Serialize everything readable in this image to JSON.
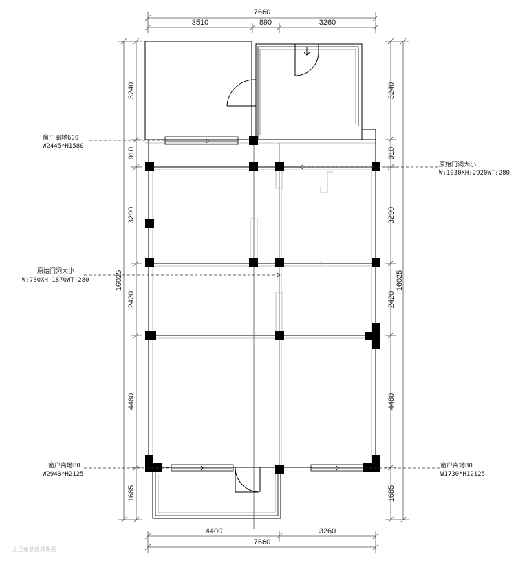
{
  "dimensions": {
    "top_total": "7660",
    "top_segments": [
      "3510",
      "890",
      "3260"
    ],
    "bottom_total": "7660",
    "bottom_segments": [
      "4400",
      "3260"
    ],
    "left_total": "16025",
    "left_segments": [
      "3240",
      "910",
      "3290",
      "2420",
      "4480",
      "1685"
    ],
    "right_total": "16025",
    "right_segments": [
      "3240",
      "910",
      "3290",
      "2420",
      "4480",
      "1685"
    ]
  },
  "annotations": {
    "window_top_left": {
      "line1": "窗户离地600",
      "line2": "W2445*H1580"
    },
    "door_opening_right": {
      "line1": "原始门洞大小",
      "line2": "W:1030XH:2920WT:280"
    },
    "door_opening_left": {
      "line1": "原始门洞大小",
      "line2": "W:780XH:1870WT:280"
    },
    "window_bottom_left": {
      "line1": "窗户离地80",
      "line2": "W2940*H2125"
    },
    "window_bottom_right": {
      "line1": "窗户离地80",
      "line2": "W1730*H12125"
    }
  },
  "watermark": "土巴兔装修效果图",
  "colors": {
    "line": "#000000",
    "thin": "#555555",
    "column": "#000000",
    "faint": "#bbbbbb"
  }
}
